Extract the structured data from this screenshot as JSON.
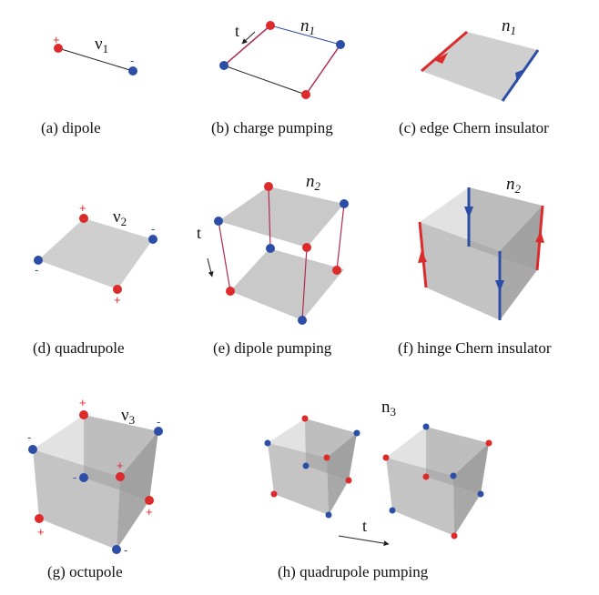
{
  "colors": {
    "positive": "#dd2a2a",
    "negative": "#2c4ea6",
    "face": "#b4b4b4",
    "line": "#222222"
  },
  "signs": {
    "plus": "+",
    "minus": "-"
  },
  "panels": {
    "a": {
      "caption": "(a) dipole",
      "symbol": "ν",
      "sub": "1"
    },
    "b": {
      "caption": "(b) charge pumping",
      "symbol": "n",
      "sub": "1",
      "param": "t"
    },
    "c": {
      "caption": "(c) edge Chern insulator",
      "symbol": "n",
      "sub": "1"
    },
    "d": {
      "caption": "(d) quadrupole",
      "symbol": "ν",
      "sub": "2"
    },
    "e": {
      "caption": "(e) dipole pumping",
      "symbol": "n",
      "sub": "2",
      "param": "t"
    },
    "f": {
      "caption": "(f) hinge Chern insulator",
      "symbol": "n",
      "sub": "2"
    },
    "g": {
      "caption": "(g) octupole",
      "symbol": "ν",
      "sub": "3"
    },
    "h": {
      "caption": "(h) quadrupole pumping",
      "symbol": "n",
      "sub": "3",
      "param": "t"
    }
  }
}
